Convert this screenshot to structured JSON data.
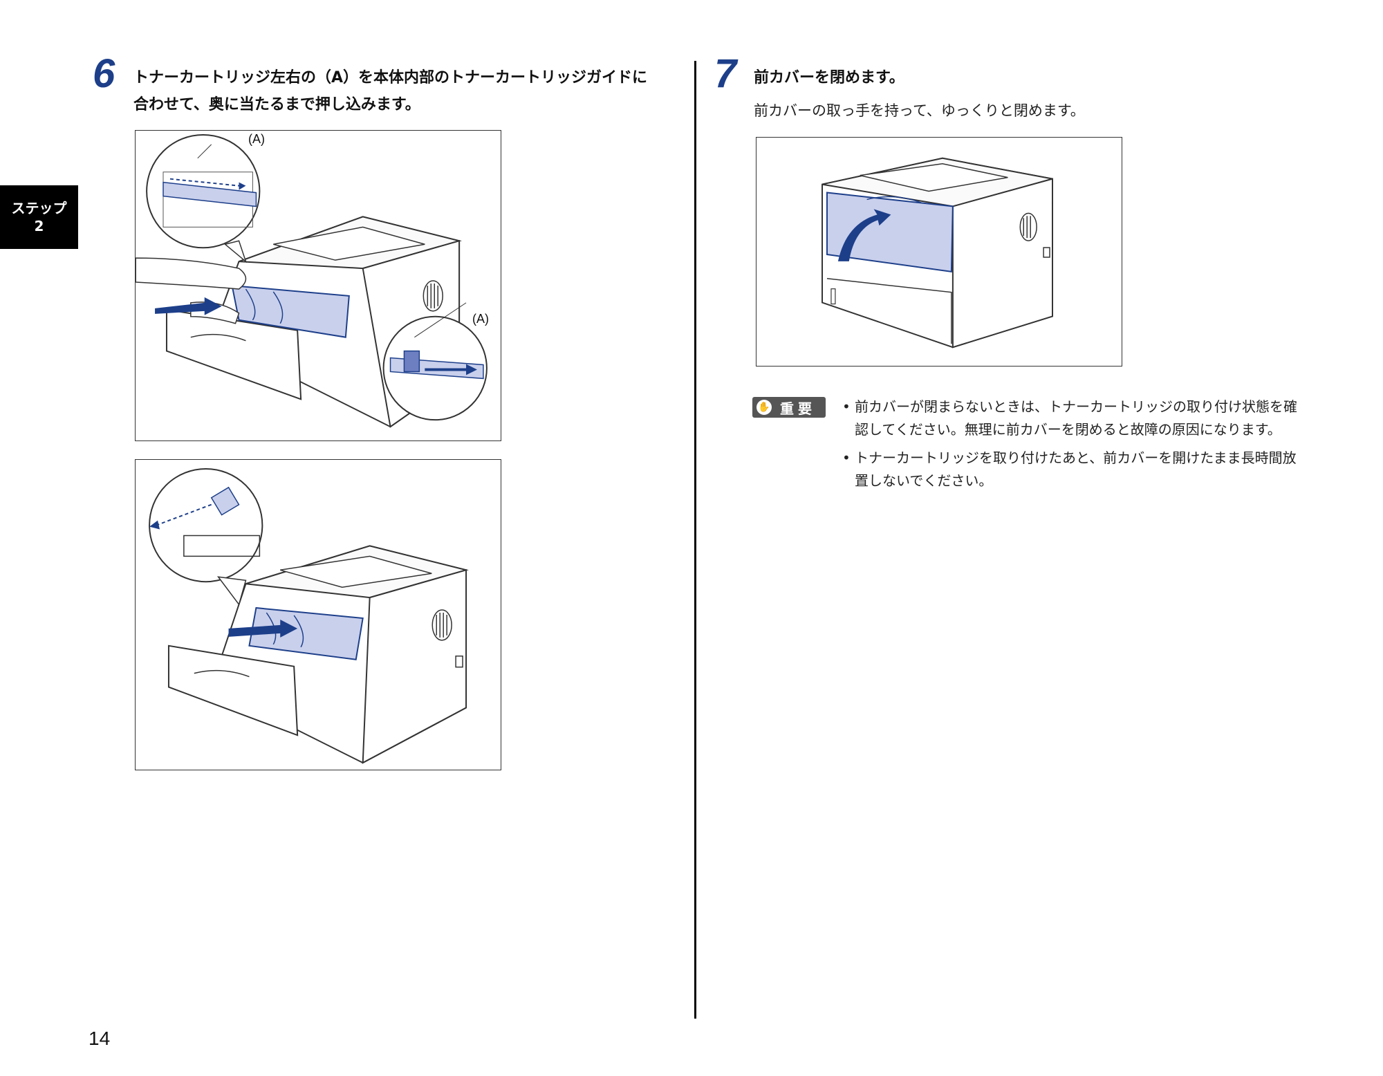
{
  "side_tab": {
    "line1": "ステップ",
    "line2": "2"
  },
  "step6": {
    "number": "6",
    "title_line1": "トナーカートリッジ左右の（A）を本体内部のトナーカートリッジガイドに",
    "title_line2": "合わせて、奥に当たるまで押し込みます。",
    "figure1_label_top": "(A)",
    "figure1_label_right": "(A)"
  },
  "step7": {
    "number": "7",
    "title": "前カバーを閉めます。",
    "description": "前カバーの取っ手を持って、ゆっくりと閉めます。"
  },
  "important": {
    "badge_label": "重要",
    "notes": [
      {
        "line1": "前カバーが閉まらないときは、トナーカートリッジの取り付け状態を確",
        "line2": "認してください。無理に前カバーを閉めると故障の原因になります。"
      },
      {
        "line1": "トナーカートリッジを取り付けたあと、前カバーを開けたまま長時間放",
        "line2": "置しないでください。"
      }
    ]
  },
  "page_number": "14",
  "colors": {
    "accent": "#1d3f8a",
    "highlight": "#c9d0ec",
    "line": "#333333"
  }
}
